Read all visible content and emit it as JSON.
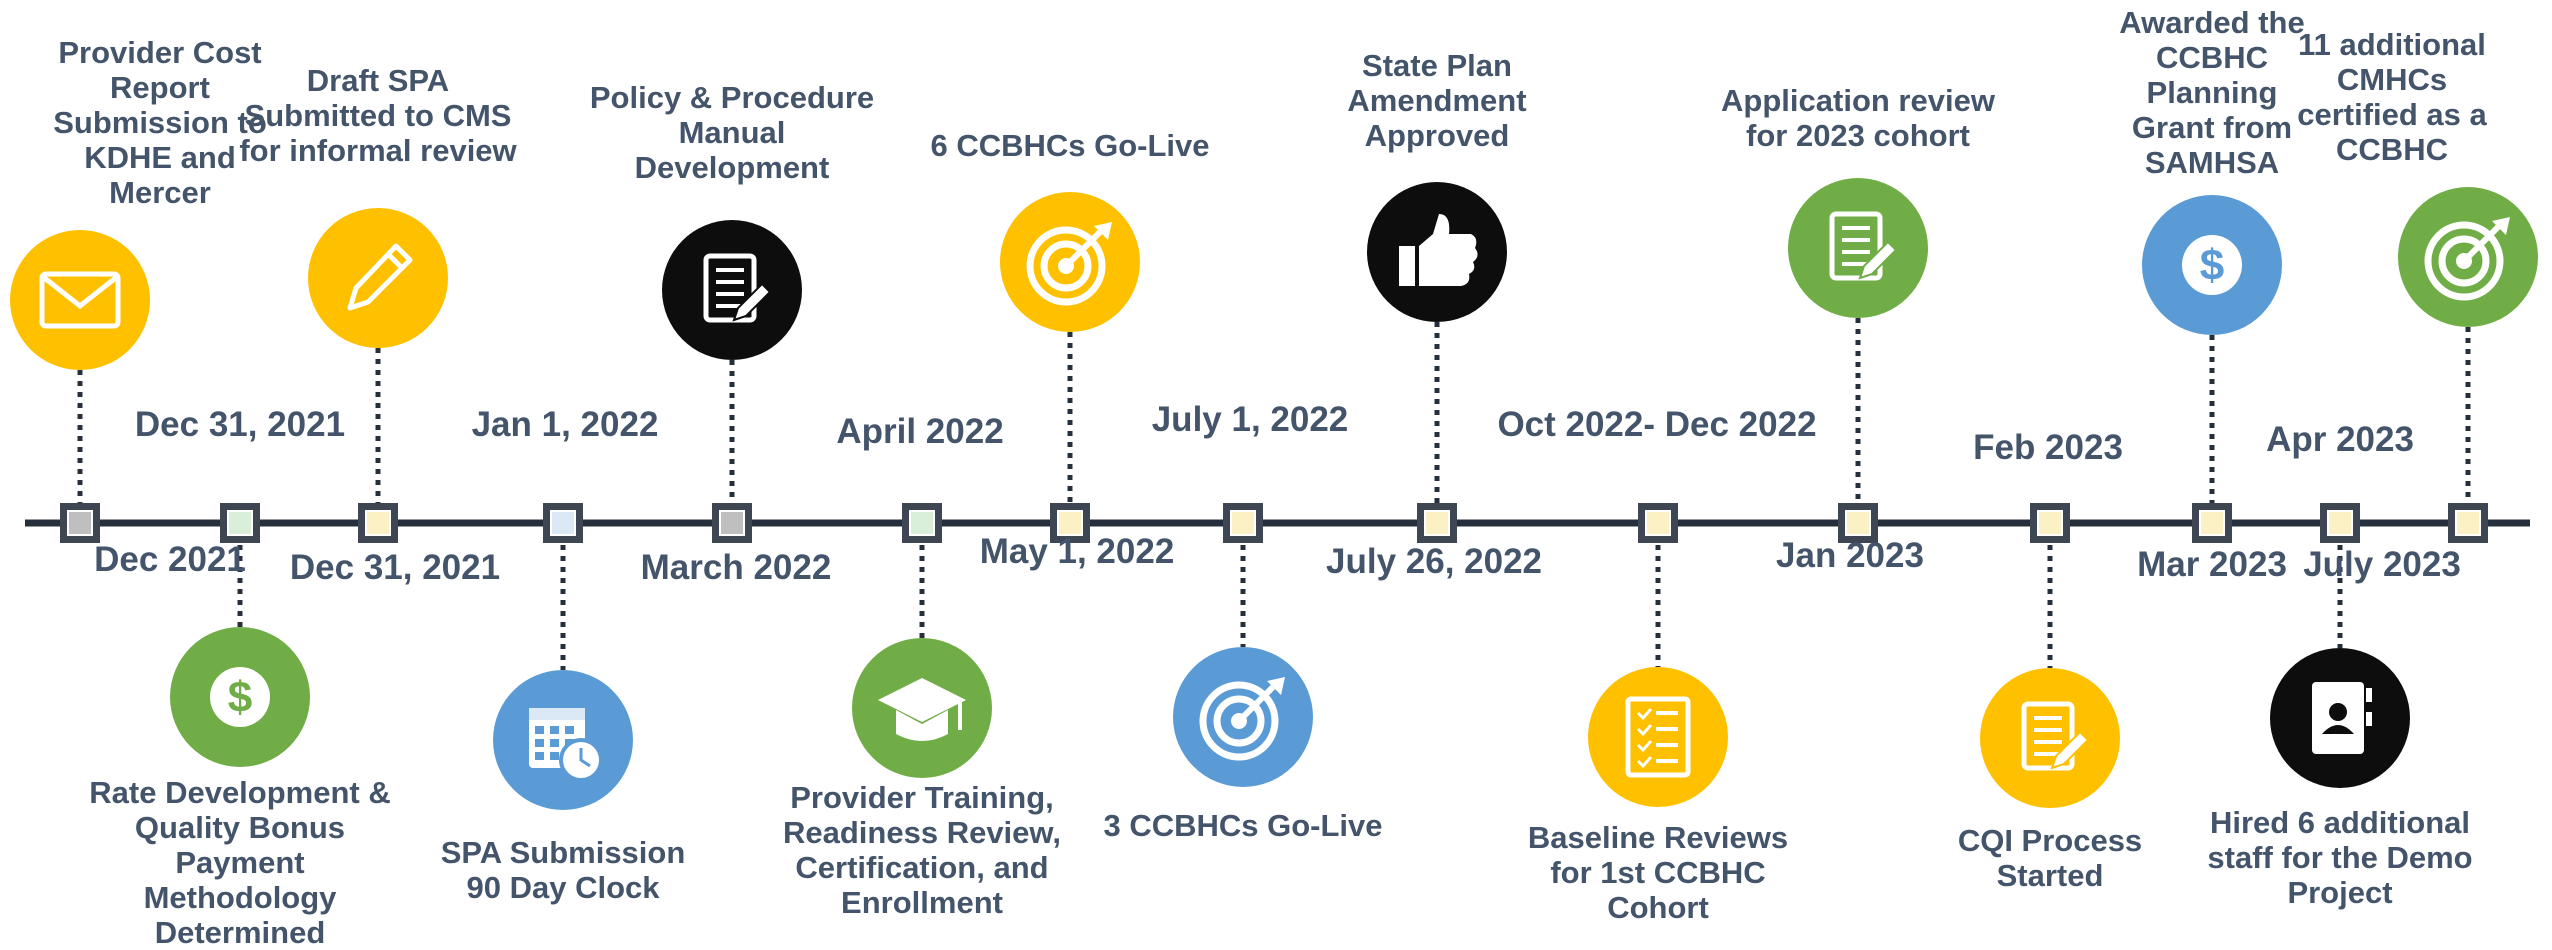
{
  "colors": {
    "line": "#26303c",
    "text": "#44546a",
    "dots": "#26303c",
    "node_border": "#3d4652",
    "node_fill_gray": "#bfbfbf",
    "node_fill_mint": "#d9efd9",
    "node_fill_cream": "#fbf1c4",
    "node_fill_blue": "#dbe8f6",
    "yellow": "#ffc000",
    "green": "#70ad47",
    "blue": "#5b9bd5",
    "black": "#0d0d0d"
  },
  "events": [
    {
      "date": "Dec 2021",
      "label": "Provider Cost\nReport\nSubmission to\nKDHE and\nMercer",
      "side": "above",
      "icon": "envelope-icon",
      "color": "yellow",
      "node": "gray"
    },
    {
      "date": "Dec 31, 2021",
      "label": "Rate Development &\nQuality Bonus Payment\nMethodology\nDetermined",
      "side": "below",
      "icon": "dollar-icon",
      "color": "green",
      "node": "mint"
    },
    {
      "date": "Dec 31, 2021",
      "label": "Draft SPA\nSubmitted to CMS\nfor informal review",
      "side": "above",
      "icon": "pencil-icon",
      "color": "yellow",
      "node": "cream"
    },
    {
      "date": "Jan 1, 2022",
      "label": "SPA Submission\n90 Day Clock",
      "side": "below",
      "icon": "calendar-clock-icon",
      "color": "blue",
      "node": "blue"
    },
    {
      "date": "March 2022",
      "label": "Policy & Procedure\nManual\nDevelopment",
      "side": "above",
      "icon": "document-edit-icon",
      "color": "black",
      "node": "gray"
    },
    {
      "date": "April 2022",
      "label": "Provider Training,\nReadiness Review,\nCertification, and\nEnrollment",
      "side": "below",
      "icon": "graduation-cap-icon",
      "color": "green",
      "node": "mint"
    },
    {
      "date": "May 1, 2022",
      "label": "6 CCBHCs Go-Live",
      "side": "above",
      "icon": "target-icon",
      "color": "yellow",
      "node": "cream"
    },
    {
      "date": "July 1, 2022",
      "label": "3 CCBHCs Go-Live",
      "side": "below",
      "icon": "target-icon",
      "color": "blue",
      "node": "cream"
    },
    {
      "date": "July 26, 2022",
      "label": "State Plan\nAmendment\nApproved",
      "side": "above",
      "icon": "thumbs-up-icon",
      "color": "black",
      "node": "cream"
    },
    {
      "date": "Oct 2022- Dec 2022",
      "label": "Baseline Reviews\nfor 1st CCBHC Cohort",
      "side": "below",
      "icon": "checklist-icon",
      "color": "yellow",
      "node": "cream"
    },
    {
      "date": "Jan 2023",
      "label": "Application review\nfor 2023 cohort",
      "side": "above",
      "icon": "document-edit-icon",
      "color": "green",
      "node": "cream"
    },
    {
      "date": "Feb 2023",
      "label": "CQI Process\nStarted",
      "side": "below",
      "icon": "document-edit-icon",
      "color": "yellow",
      "node": "cream"
    },
    {
      "date": "Mar 2023",
      "label": "Awarded the\nCCBHC\nPlanning\nGrant from\nSAMHSA",
      "side": "above",
      "icon": "dollar-icon",
      "color": "blue",
      "node": "cream"
    },
    {
      "date": "Apr 2023",
      "label": "Hired 6 additional\nstaff for the Demo\nProject",
      "side": "below",
      "icon": "contact-book-icon",
      "color": "black",
      "node": "cream"
    },
    {
      "date": "July 2023",
      "label": "11 additional\nCMHCs\ncertified as a\nCCBHC",
      "side": "above",
      "icon": "target-icon",
      "color": "green",
      "node": "cream"
    }
  ]
}
